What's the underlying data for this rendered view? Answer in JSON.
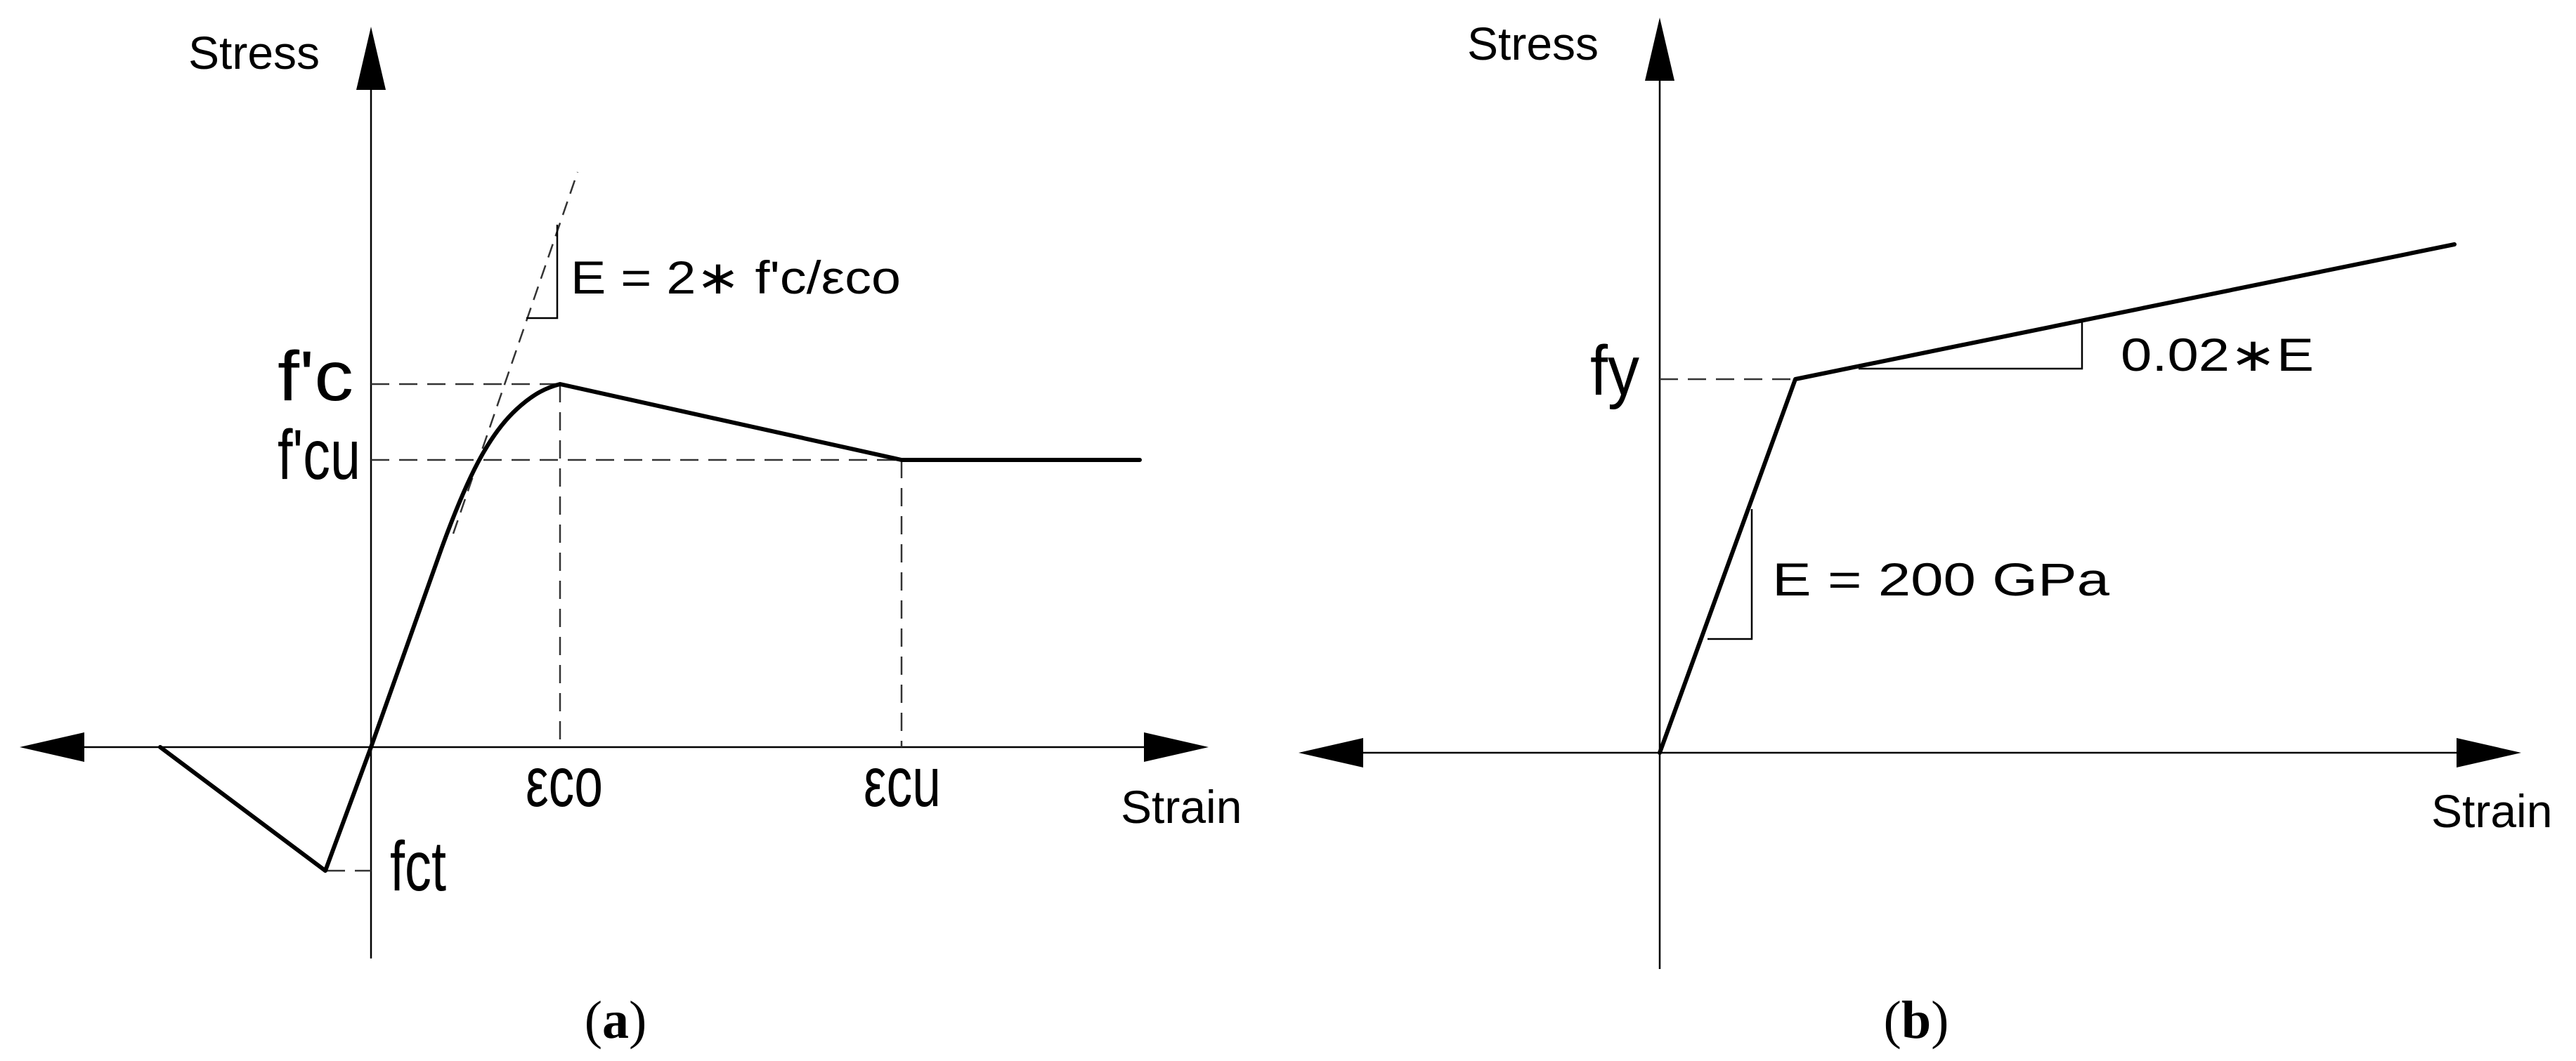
{
  "panel_a": {
    "y_axis_label": "Stress",
    "x_axis_label": "Strain",
    "fc_label": "f'c",
    "fcu_label": "f'cu",
    "fct_label": "fct",
    "eco_label": "εco",
    "ecu_label": "εcu",
    "modulus_label": "E = 2∗ f'c/εco",
    "caption": "(a)"
  },
  "panel_b": {
    "y_axis_label": "Stress",
    "x_axis_label": "Strain",
    "fy_label": "fy",
    "modulus_label": "E = 200 GPa",
    "hardening_label": "0.02∗E",
    "caption": "(b)"
  }
}
